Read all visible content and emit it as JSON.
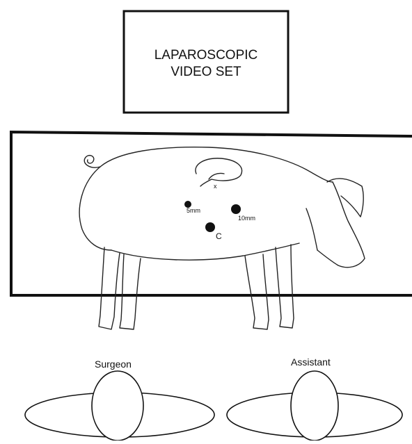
{
  "video_set": {
    "line1": "LAPAROSCOPIC",
    "line2": "VIDEO SET"
  },
  "ports": {
    "five_mm": "5mm",
    "ten_mm": "10mm",
    "camera": "C",
    "marker": "x"
  },
  "surgeon_label": "Surgeon",
  "assistant_label": "Assistant",
  "colors": {
    "ink": "#111111",
    "background": "#ffffff"
  }
}
